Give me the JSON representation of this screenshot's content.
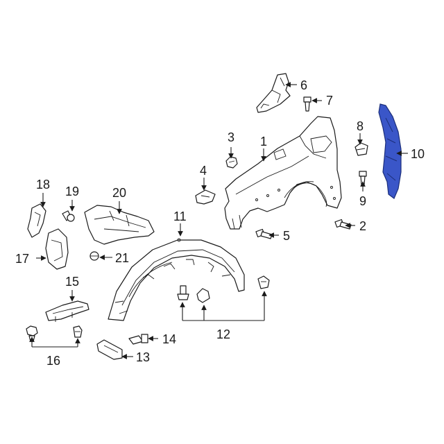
{
  "diagram": {
    "highlight_color": "#3a56c8",
    "line_color": "#1a1a1a",
    "background": "#ffffff",
    "callouts": {
      "c1": "1",
      "c2": "2",
      "c3": "3",
      "c4": "4",
      "c5": "5",
      "c6": "6",
      "c7": "7",
      "c8": "8",
      "c9": "9",
      "c10": "10",
      "c11": "11",
      "c12": "12",
      "c13": "13",
      "c14": "14",
      "c15": "15",
      "c16": "16",
      "c17": "17",
      "c18": "18",
      "c19": "19",
      "c20": "20",
      "c21": "21"
    }
  }
}
